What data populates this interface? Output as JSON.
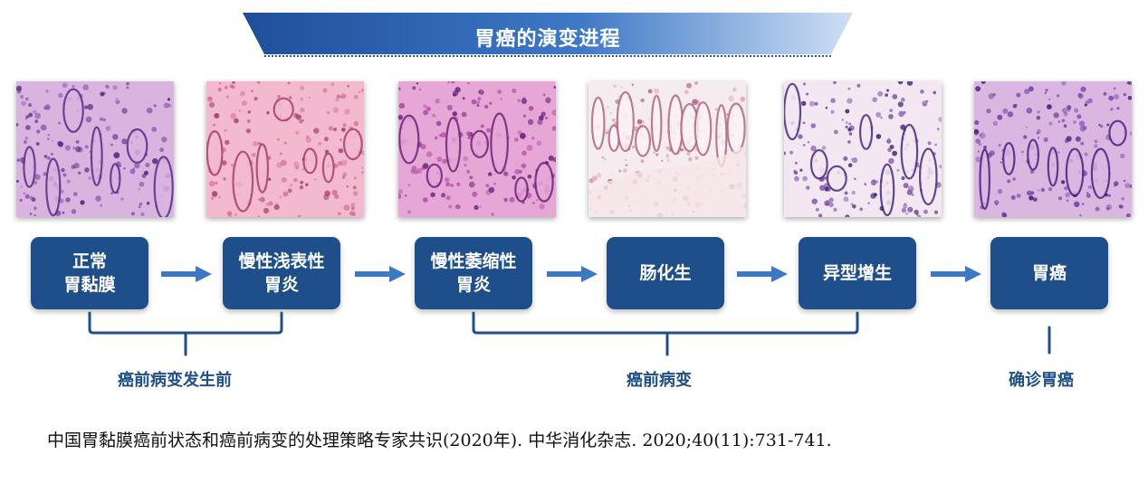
{
  "title": "胃癌的演变进程",
  "stages": [
    {
      "line1": "正常",
      "line2": "胃黏膜"
    },
    {
      "line1": "慢性浅表性",
      "line2": "胃炎"
    },
    {
      "line1": "慢性萎缩性",
      "line2": "胃炎"
    },
    {
      "line1": "肠化生",
      "line2": ""
    },
    {
      "line1": "异型增生",
      "line2": ""
    },
    {
      "line1": "胃癌",
      "line2": ""
    }
  ],
  "groups": [
    {
      "label": "癌前病变发生前"
    },
    {
      "label": "癌前病变"
    },
    {
      "label": "确诊胃癌"
    }
  ],
  "citation": "中国胃黏膜癌前状态和癌前病变的处理策略专家共识(2020年). 中华消化杂志. 2020;40(11):731-741.",
  "colors": {
    "box": "#1e4f8a",
    "arrow": "#3d79c2",
    "label": "#1e4f8a",
    "banner_dark": "#1f4f9a",
    "banner_light": "#c8dcf4"
  },
  "micrographs": [
    {
      "name": "normal-mucosa-micrograph",
      "bg": "#d9b4df",
      "stain": "#8b55b0",
      "dark": "#5a2e86"
    },
    {
      "name": "superficial-gastritis-micrograph",
      "bg": "#f2b9cf",
      "stain": "#d36f98",
      "dark": "#a8406d"
    },
    {
      "name": "atrophic-gastritis-micrograph",
      "bg": "#e6a6d6",
      "stain": "#b24fa5",
      "dark": "#6d2479"
    },
    {
      "name": "intestinal-metaplasia-micrograph",
      "bg": "#f4ecee",
      "stain": "#e0a7b9",
      "dark": "#b06a86"
    },
    {
      "name": "dysplasia-micrograph",
      "bg": "#f3e7f1",
      "stain": "#8c5fb2",
      "dark": "#4b2a80"
    },
    {
      "name": "gastric-cancer-micrograph",
      "bg": "#d9b7e0",
      "stain": "#7d44ac",
      "dark": "#4a2380"
    }
  ]
}
